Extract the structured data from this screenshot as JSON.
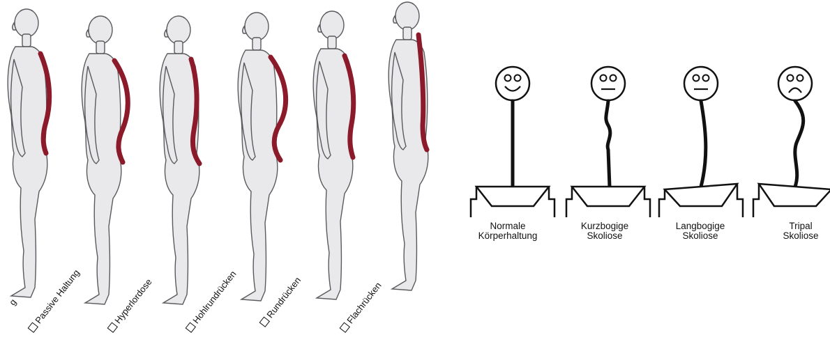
{
  "postures": [
    {
      "label": "g"
    },
    {
      "label": "Passive Haltung"
    },
    {
      "label": "Hyperlordose"
    },
    {
      "label": "Hohlrundrücken"
    },
    {
      "label": "Rundrücken"
    },
    {
      "label": "Flachrücken"
    }
  ],
  "scoliosis": [
    {
      "line1": "Normale",
      "line2": "Körperhaltung",
      "mood": "happy"
    },
    {
      "line1": "Kurzbogige",
      "line2": "Skoliose",
      "mood": "neutral"
    },
    {
      "line1": "Langbogige",
      "line2": "Skoliose",
      "mood": "neutral"
    },
    {
      "line1": "Tripal",
      "line2": "Skoliose",
      "mood": "sad"
    }
  ],
  "colors": {
    "spine": "#8b1a2b",
    "body_fill": "#e9e9eb",
    "body_stroke": "#5a5a5e",
    "line": "#111111"
  }
}
